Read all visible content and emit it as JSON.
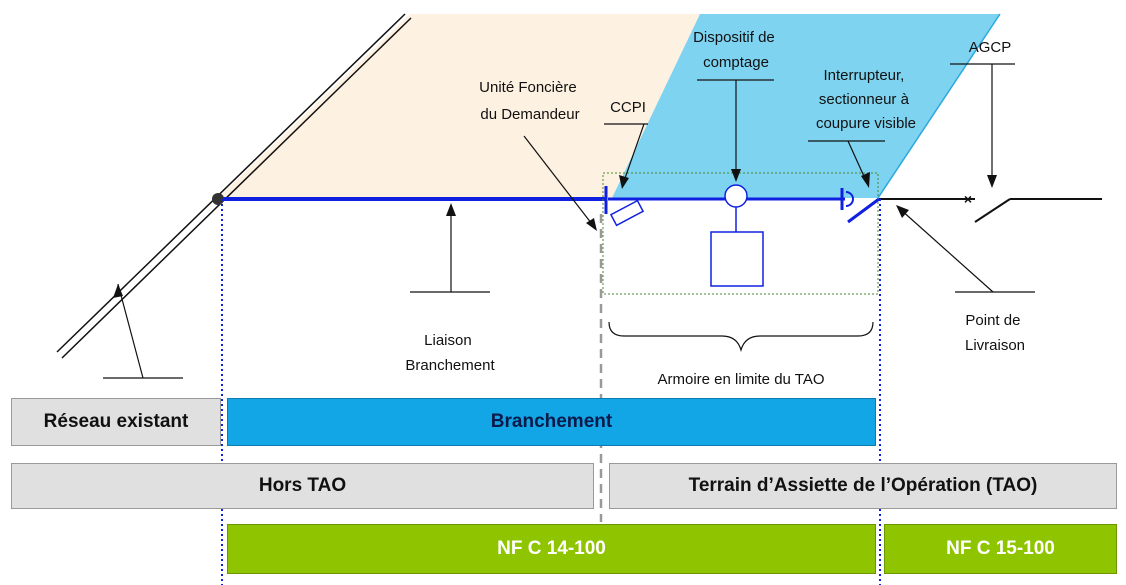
{
  "labels": {
    "unite_fonciere": [
      "Unité Foncière",
      "du Demandeur"
    ],
    "ccpi": "CCPI",
    "dispositif": [
      "Dispositif de",
      "comptage"
    ],
    "interrupteur": [
      "Interrupteur,",
      "sectionneur à",
      "coupure visible"
    ],
    "agcp": "AGCP",
    "liaison": [
      "Liaison",
      "Branchement"
    ],
    "point_livraison": [
      "Point de",
      "Livraison"
    ],
    "armoire": "Armoire en limite du TAO"
  },
  "bars": {
    "reseau": "Réseau existant",
    "branchement": "Branchement",
    "hors_tao": "Hors TAO",
    "tao": "Terrain d’Assiette de l’Opération (TAO)",
    "nfc14": "NF C 14-100",
    "nfc15": "NF C 15-100"
  },
  "colors": {
    "line_blue": "#1020e0",
    "zone_beige": "#fdf1e1",
    "zone_blue": "#7ed3f0",
    "bar_blue": "#12a6e6",
    "bar_green": "#8fc400",
    "bar_gray": "#e0e0e0"
  }
}
